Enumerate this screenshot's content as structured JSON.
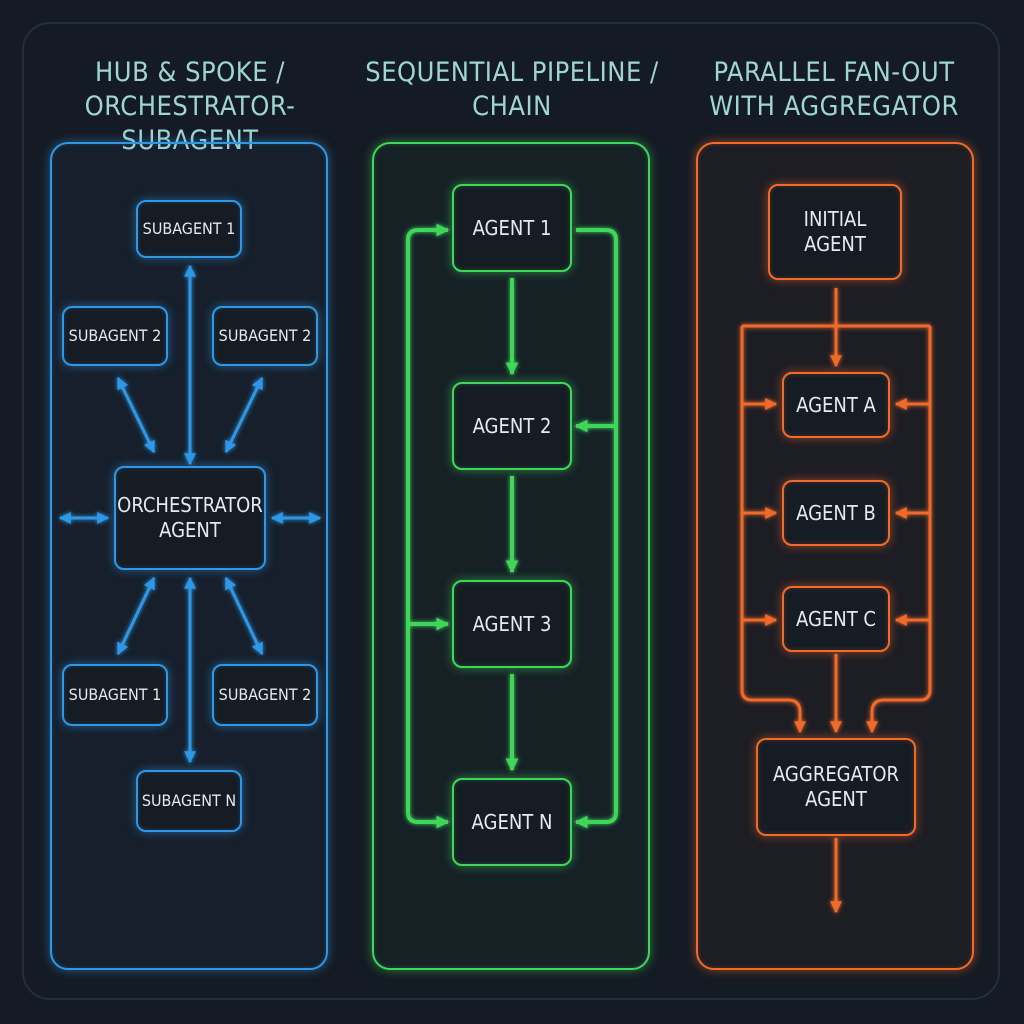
{
  "colors": {
    "hub": "#2f97e6",
    "pipeline": "#3fd65a",
    "fanout": "#f06a2a",
    "title": "#9fd6d3",
    "background": "#151b24"
  },
  "columns": {
    "hub": {
      "title_line1": "HUB & SPOKE /",
      "title_line2": "ORCHESTRATOR-SUBAGENT",
      "center": {
        "line1": "ORCHESTRATOR",
        "line2": "AGENT"
      },
      "top": "SUBAGENT 1",
      "upper_left": "SUBAGENT 2",
      "upper_right": "SUBAGENT 2",
      "lower_left": "SUBAGENT 1",
      "lower_right": "SUBAGENT 2",
      "bottom": "SUBAGENT N"
    },
    "pipeline": {
      "title_line1": "SEQUENTIAL PIPELINE /",
      "title_line2": "CHAIN",
      "agents": [
        "AGENT 1",
        "AGENT 2",
        "AGENT 3",
        "AGENT N"
      ]
    },
    "fanout": {
      "title_line1": "PARALLEL FAN-OUT",
      "title_line2": "WITH AGGREGATOR",
      "initial": {
        "line1": "INITIAL",
        "line2": "AGENT"
      },
      "agents": [
        "AGENT A",
        "AGENT B",
        "AGENT C"
      ],
      "aggregator": {
        "line1": "AGGREGATOR",
        "line2": "AGENT"
      }
    }
  }
}
